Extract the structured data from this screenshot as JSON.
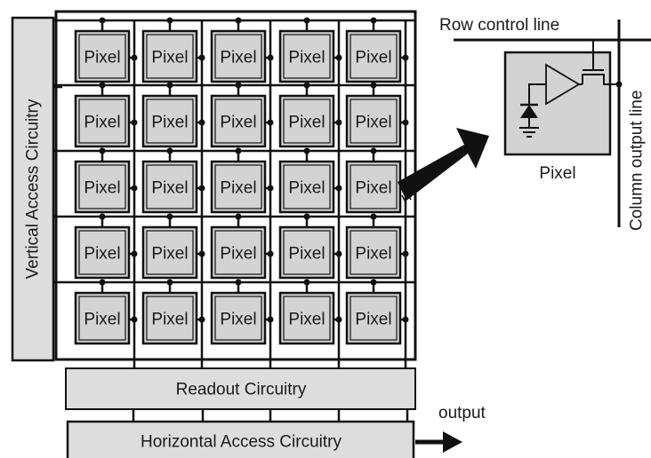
{
  "blocks": {
    "vertical_access": "Vertical Access Circuitry",
    "readout": "Readout Circuitry",
    "horizontal_access": "Horizontal Access Circuitry"
  },
  "pixel_label": "Pixel",
  "array": {
    "rows": 5,
    "cols": 5
  },
  "output_label": "output",
  "detail": {
    "row_control_line": "Row control line",
    "column_output_line": "Column output line",
    "pixel_caption": "Pixel"
  },
  "colors": {
    "block_fill": "#dddddd",
    "pixel_fill": "#d3d3d3",
    "line": "#111111",
    "background": "#ffffff"
  }
}
